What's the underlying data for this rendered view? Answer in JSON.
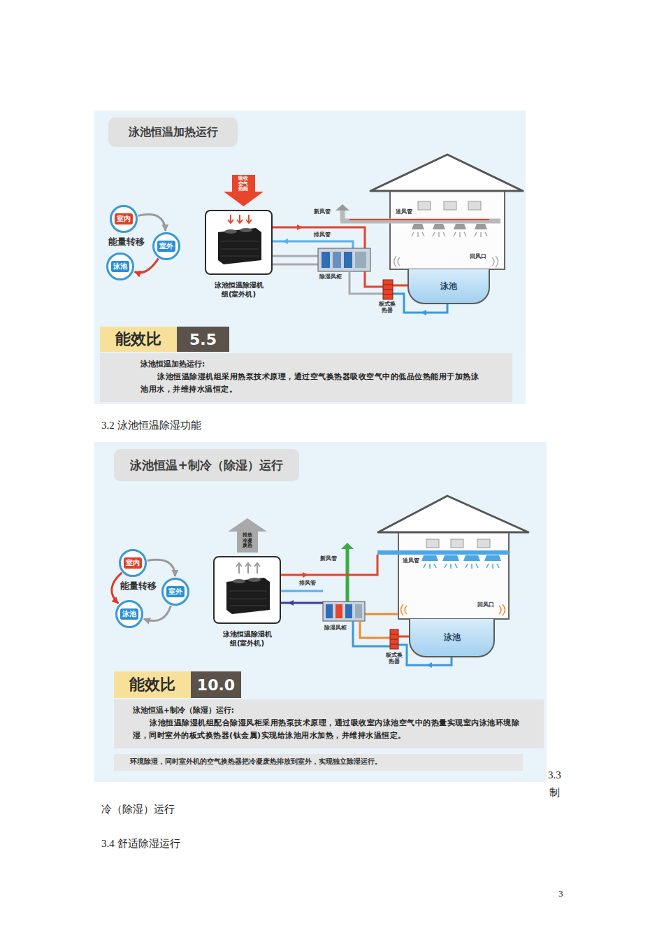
{
  "diagram": {
    "nodes": [
      {
        "text": [
          "泳池恒温加热运行"
        ]
      },
      {
        "text": [
          "室内"
        ]
      },
      {
        "text": [
          "室外"
        ]
      },
      {
        "text": [
          "泳池"
        ]
      },
      {
        "text": [
          "泳池恒温除湿机组(室外机)"
        ]
      },
      {
        "text": [
          "泳池"
        ]
      },
      {
        "text": [
          "能效比"
        ]
      },
      {
        "text": [
          "5.5"
        ]
      },
      {
        "text": [
          "泳池恒温加热运行:",
          "泳池恒温除湿机组采用热泵技术原理，通过空气换热器吸收空气中的低品位热能用于加热泳池用水，并维持水温恒定。"
        ]
      },
      {
        "text": [
          "泳池恒温+制冷（除湿）运行"
        ]
      },
      {
        "text": [
          "室内"
        ]
      },
      {
        "text": [
          "室外"
        ]
      },
      {
        "text": [
          "泳池"
        ]
      },
      {
        "text": [
          "泳池恒温除湿机组(室外机)"
        ]
      },
      {
        "text": [
          "泳池"
        ]
      },
      {
        "text": [
          "能效比"
        ]
      },
      {
        "text": [
          "10.0"
        ]
      },
      {
        "text": [
          "泳池恒温+制冷（除湿）运行:",
          "泳池恒温除湿机组配合除湿风柜采用热泵技术原理，通过吸收室内泳池空气中的热量实现室内泳池环境除湿，同时室外的板式换热器(钛金属)实现给泳池用水加热，并维持水温恒定。"
        ]
      }
    ],
    "edges": [
      {
        "from": 1,
        "to": 2,
        "arrow": "to"
      },
      {
        "from": 2,
        "to": 3,
        "arrow": "to"
      },
      {
        "from": 10,
        "to": 11,
        "arrow": "to"
      },
      {
        "from": 10,
        "to": 12,
        "arrow": "to"
      },
      {
        "from": 11,
        "to": 12,
        "arrow": "to"
      }
    ],
    "labels": [
      "吸收空气热能",
      "能量转移",
      "新风管",
      "送风管",
      "排风管",
      "回风口",
      "除湿风柜",
      "板式换热器",
      "3.2 泳池恒温除湿功能",
      "排放冷凝废热",
      "能量转移",
      "新风管",
      "送风管",
      "排风管",
      "回风口",
      "除湿风柜",
      "板式换热器",
      "环境除湿，同时室外机的空气换热器把冷凝废热排放到室外，实现独立除湿运行。",
      "3.3",
      "制",
      "冷（除湿）运行",
      "3.4 舒适除湿运行",
      "3"
    ]
  }
}
